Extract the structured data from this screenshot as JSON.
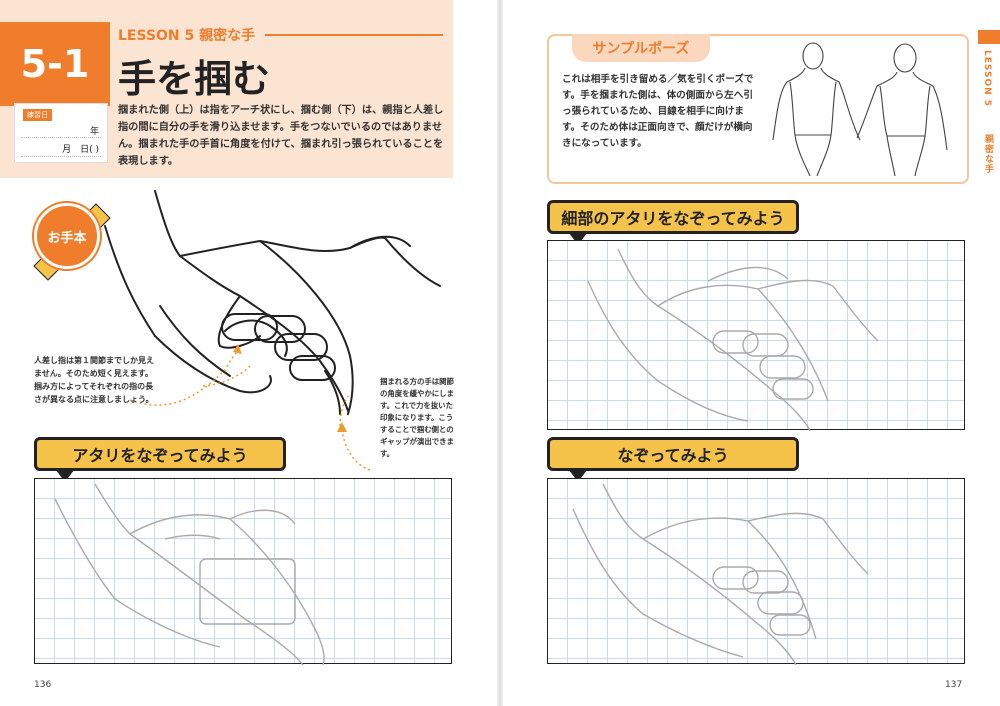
{
  "left_page": {
    "lesson_number": "5-1",
    "lesson_label": "LESSON 5 親密な手",
    "title": "手を掴む",
    "practice_tag": "練習日",
    "practice_year": "年",
    "practice_monthday": "月　日(  )",
    "intro_text": "掴まれた側（上）は指をアーチ状にし、掴む側（下）は、親指と人差し指の間に自分の手を滑り込ませます。手をつないでいるのではありません。掴まれた手の手首に角度を付けて、掴まれ引っ張られていることを表現します。",
    "otehon_badge": "お手本",
    "note_left": "人差し指は第１関節までしか見えません。そのため短く見えます。掴み方によってそれぞれの指の長さが異なる点に注意しましょう。",
    "note_right": "掴まれる方の手は関節の角度を緩やかにします。これで力を抜いた印象になります。こうすることで掴む側とのギャップが演出できます。",
    "banner_trace": "アタリをなぞってみよう",
    "page_number": "136"
  },
  "right_page": {
    "sample_title": "サンプルポーズ",
    "sample_text": "これは相手を引き留める／気を引くポーズです。手を掴まれた側は、体の側面から左へ引っ張られているため、目線を相手に向けます。そのため体は正面向きで、顔だけが横向きになっています。",
    "banner_detail": "細部のアタリをなぞってみよう",
    "banner_trace2": "なぞってみよう",
    "side_lesson": "LESSON 5",
    "side_title": "親密な手",
    "page_number": "137"
  },
  "colors": {
    "accent": "#ef7d2b",
    "header_bg": "#fce4d2",
    "banner": "#f5c34a",
    "grid_line": "#c9dcea"
  }
}
